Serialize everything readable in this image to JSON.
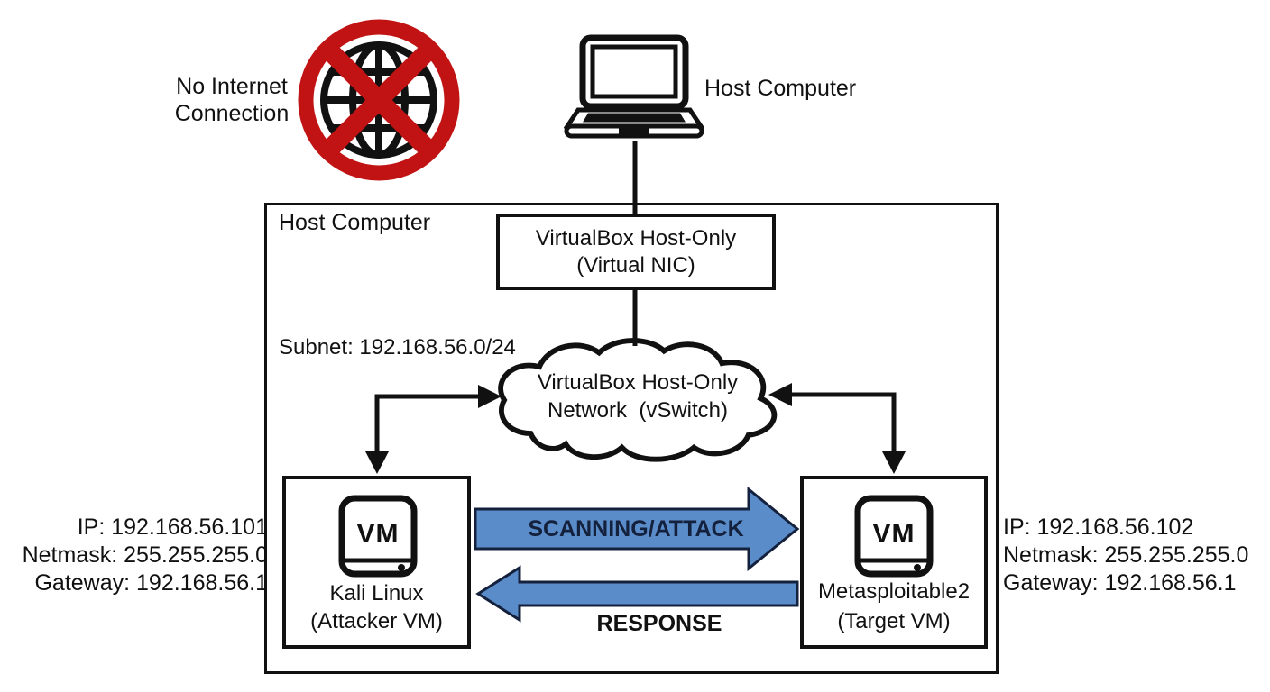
{
  "colors": {
    "red": "#c11313",
    "blue": "#5b8cca",
    "navy": "#14213d",
    "ink": "#111111"
  },
  "icons": {
    "no_internet": "globe-crossed-icon",
    "host": "laptop-icon",
    "vm": "vm-server-icon",
    "network": "cloud-shape"
  },
  "external": {
    "no_internet_line1": "No Internet",
    "no_internet_line2": "Connection",
    "host_label": "Host Computer"
  },
  "host_box": {
    "title": "Host Computer",
    "nic_line1": "VirtualBox Host-Only",
    "nic_line2": "(Virtual NIC)",
    "subnet": "Subnet: 192.168.56.0/24",
    "cloud_line1": "VirtualBox Host-Only",
    "cloud_line2": "Network  (vSwitch)"
  },
  "vms": {
    "attacker": {
      "icon_text": "VM",
      "name": "Kali Linux",
      "role": "(Attacker VM)"
    },
    "target": {
      "icon_text": "VM",
      "name": "Metasploitable2",
      "role": "(Target VM)"
    }
  },
  "flows": {
    "attack": "SCANNING/ATTACK",
    "response": "RESPONSE"
  },
  "attacker_net": {
    "ip": "IP: 192.168.56.101",
    "netmask": "Netmask: 255.255.255.0",
    "gateway": "Gateway: 192.168.56.1"
  },
  "target_net": {
    "ip": "IP: 192.168.56.102",
    "netmask": "Netmask: 255.255.255.0",
    "gateway": "Gateway: 192.168.56.1"
  }
}
